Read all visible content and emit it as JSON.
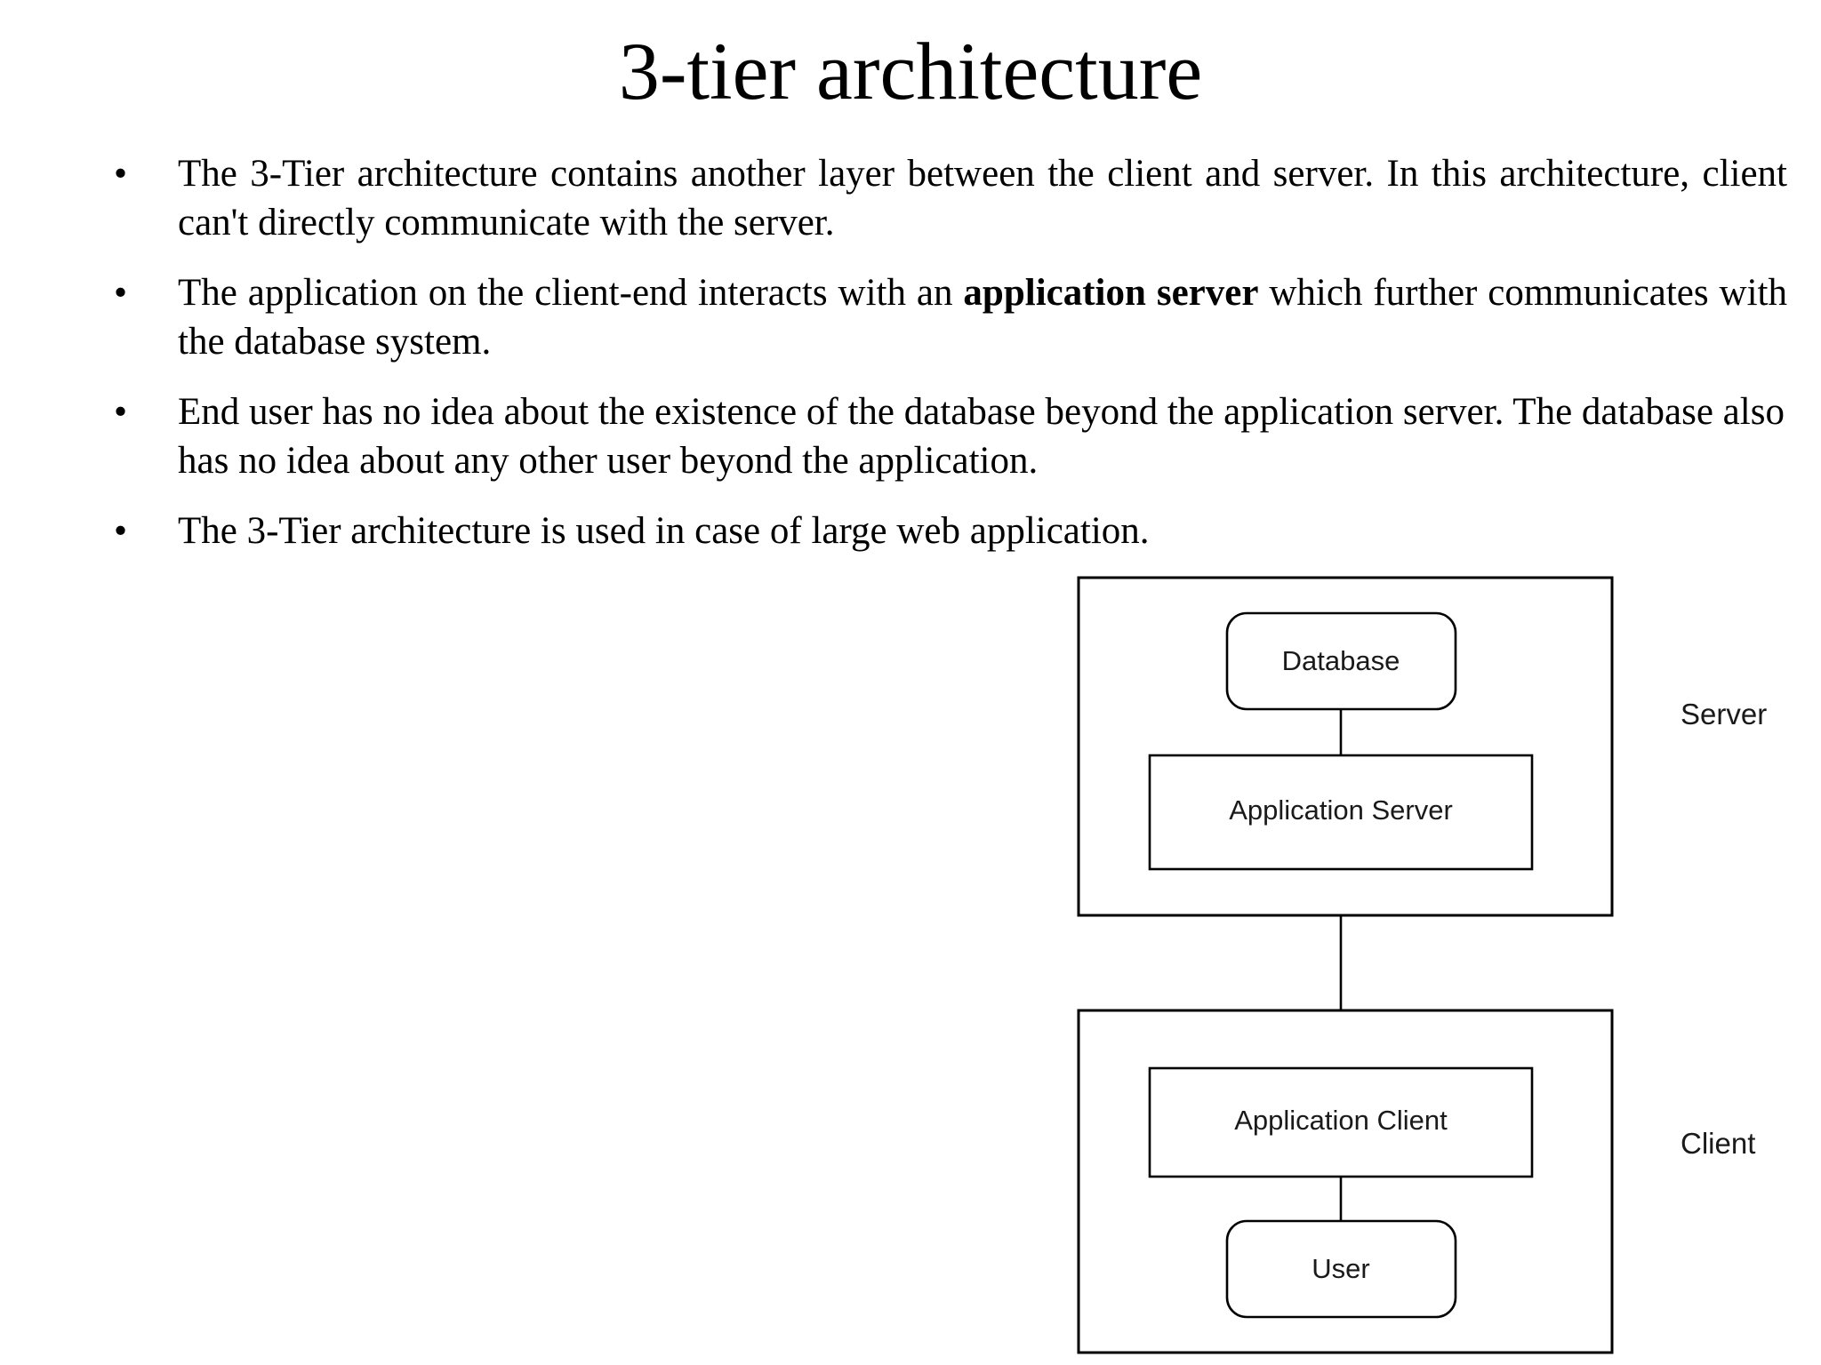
{
  "slide": {
    "title": "3-tier architecture",
    "bullets": [
      {
        "marker": "•",
        "segments": [
          {
            "text": "The 3-Tier architecture contains another layer between the client and server. In this architecture, client can't directly communicate with the server.",
            "bold": false
          }
        ],
        "justified": true
      },
      {
        "marker": "•",
        "segments": [
          {
            "text": "The application on the client-end interacts with an ",
            "bold": false
          },
          {
            "text": "application server",
            "bold": true
          },
          {
            "text": " which further communicates with the database system.",
            "bold": false
          }
        ],
        "justified": true
      },
      {
        "marker": "•",
        "segments": [
          {
            "text": "End user has no idea about the existence of the database beyond the application server. The database also has no idea about any other user beyond the application.",
            "bold": false
          }
        ],
        "justified": false
      },
      {
        "marker": "•",
        "segments": [
          {
            "text": "The 3-Tier architecture is used in case of large web application.",
            "bold": false
          }
        ],
        "justified": false
      }
    ]
  },
  "diagram": {
    "type": "block-diagram",
    "tiers": [
      {
        "name": "server-tier",
        "outer_label": "Server",
        "nodes": [
          {
            "id": "database",
            "label": "Database",
            "shape": "rounded-rect"
          },
          {
            "id": "application-server",
            "label": "Application Server",
            "shape": "rect"
          }
        ]
      },
      {
        "name": "client-tier",
        "outer_label": "Client",
        "nodes": [
          {
            "id": "application-client",
            "label": "Application Client",
            "shape": "rect"
          },
          {
            "id": "user",
            "label": "User",
            "shape": "rounded-rect"
          }
        ]
      }
    ],
    "connections": [
      {
        "from": "database",
        "to": "application-server"
      },
      {
        "from": "application-server",
        "to": "application-client"
      },
      {
        "from": "application-client",
        "to": "user"
      }
    ],
    "colors": {
      "stroke": "#000000",
      "fill": "#ffffff",
      "text": "#1a1a1a"
    }
  }
}
